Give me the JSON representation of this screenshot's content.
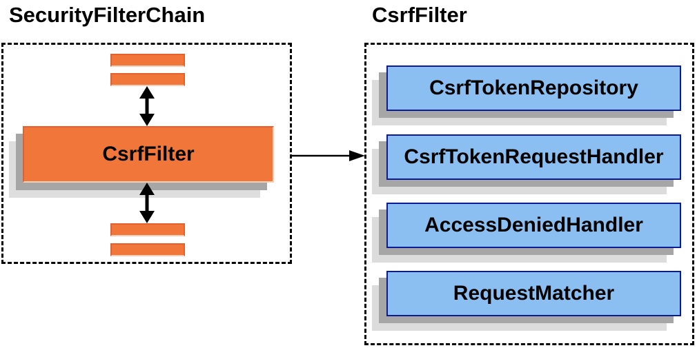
{
  "diagram": {
    "left_panel": {
      "title": "SecurityFilterChain",
      "filter_box_label": "CsrfFilter",
      "stack_bars_above": 2,
      "stack_bars_below": 2
    },
    "right_panel": {
      "title": "CsrfFilter",
      "components": [
        {
          "label": "CsrfTokenRepository"
        },
        {
          "label": "CsrfTokenRequestHandler"
        },
        {
          "label": "AccessDeniedHandler"
        },
        {
          "label": "RequestMatcher"
        }
      ]
    },
    "colors": {
      "orange_fill": "#F0763A",
      "orange_border_dark": "#E5602F",
      "orange_border_light": "#F8CFB8",
      "blue_fill": "#8BBFF2",
      "blue_border": "#0B1B94",
      "shadow_gray": "#A6A6A6",
      "shadow_light_gray": "#DCDCDC",
      "line_black": "#000000",
      "background": "#FFFFFF"
    }
  }
}
